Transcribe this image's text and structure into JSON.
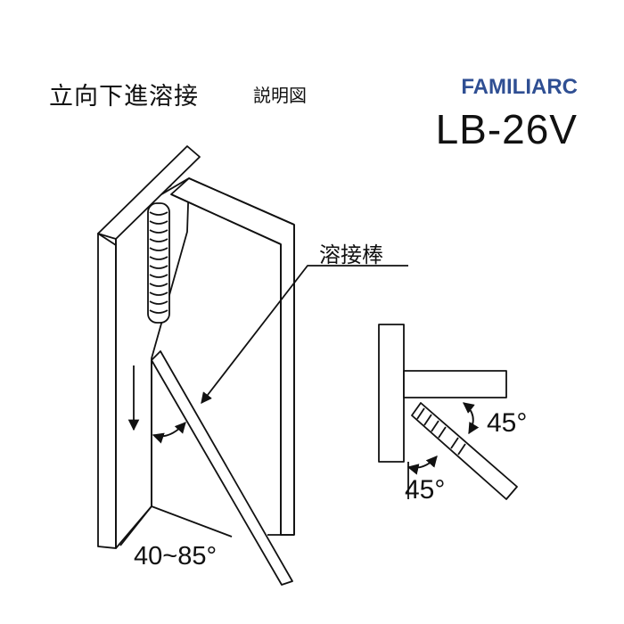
{
  "header": {
    "title": "立向下進溶接",
    "subtitle": "説明図",
    "brand": "FAMILIARC",
    "model": "LB-26V",
    "brand_color": "#2f4f93"
  },
  "labels": {
    "rod": "溶接棒",
    "angle_range": "40~85°",
    "angle_top": "45°",
    "angle_bottom": "45°"
  },
  "icons": {
    "direction": "down-arrow-icon"
  }
}
